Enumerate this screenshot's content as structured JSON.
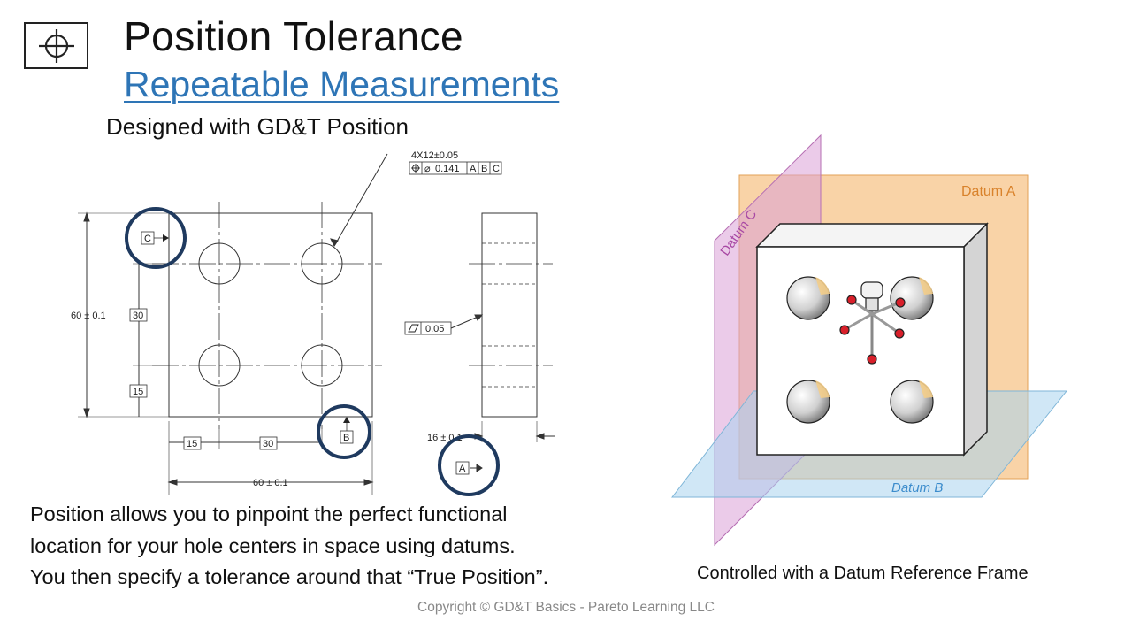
{
  "header": {
    "title": "Position Tolerance",
    "subtitle": "Repeatable Measurements",
    "logo_icon": "position-symbol-icon"
  },
  "left_panel": {
    "caption": "Designed with GD&T Position",
    "callout_line1": "4X12±0.05",
    "feature_frame": {
      "symbol_icon": "position-symbol-icon",
      "diameter": "⌀",
      "tolerance": "0.141",
      "datums": [
        "A",
        "B",
        "C"
      ]
    },
    "dim_height": "60 ± 0.1",
    "dim_width": "60 ± 0.1",
    "basic_30_vertical": "30",
    "basic_15_vertical": "15",
    "basic_15_horizontal": "15",
    "basic_30_horizontal": "30",
    "datum_c": "C",
    "datum_b": "B",
    "datum_a": "A",
    "flatness_value": "0.05",
    "flatness_icon": "flatness-icon",
    "thickness": "16 ± 0.1"
  },
  "right_panel": {
    "datum_a_label": "Datum A",
    "datum_b_label": "Datum B",
    "datum_c_label": "Datum C",
    "caption": "Controlled with a Datum Reference Frame",
    "colors": {
      "datum_a": "#f7c48a",
      "datum_b": "#a9d4ee",
      "datum_c": "#dba0d7",
      "probe_tips": "#d81f2a"
    }
  },
  "body": {
    "lines": [
      "Position allows you to pinpoint the perfect functional",
      "location for your hole centers in space using datums.",
      "You then specify a tolerance around that “True Position”."
    ]
  },
  "footer": {
    "copyright": "Copyright © GD&T Basics - Pareto Learning LLC"
  }
}
